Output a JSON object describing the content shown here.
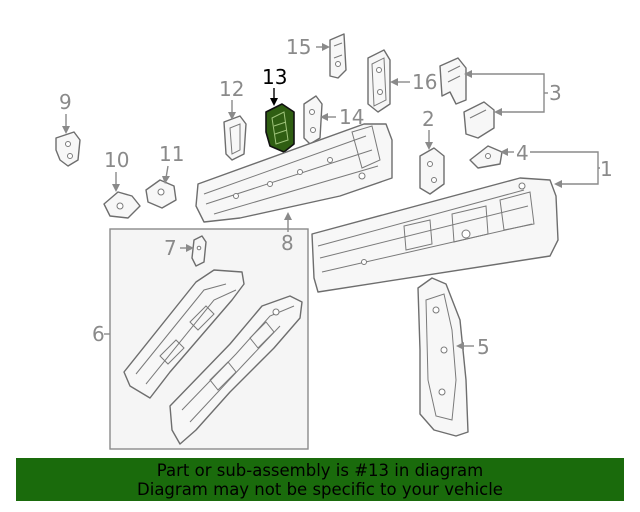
{
  "diagram": {
    "callouts": [
      "1",
      "2",
      "3",
      "4",
      "5",
      "6",
      "7",
      "8",
      "9",
      "10",
      "11",
      "12",
      "13",
      "14",
      "15",
      "16"
    ],
    "highlighted_callout": "13",
    "highlight_color": "#2f5e12",
    "line_color": "#8a8a8a"
  },
  "banner": {
    "line1": "Part or sub-assembly is #13 in diagram",
    "line2": "Diagram may not be specific to your vehicle",
    "background": "#1a6b0c"
  }
}
